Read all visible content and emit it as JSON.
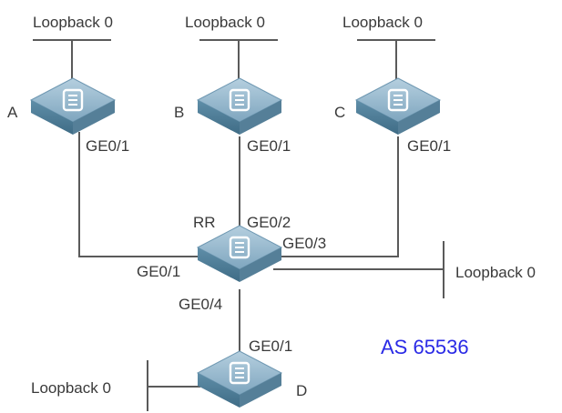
{
  "diagram": {
    "as_label": "AS 65536",
    "routers": {
      "a": {
        "name": "A"
      },
      "b": {
        "name": "B"
      },
      "c": {
        "name": "C"
      },
      "rr": {
        "name": "RR"
      },
      "d": {
        "name": "D"
      }
    },
    "loopbacks": {
      "a": "Loopback 0",
      "b": "Loopback 0",
      "c": "Loopback 0",
      "rr": "Loopback 0",
      "d": "Loopback 0"
    },
    "interfaces": {
      "a_ge0_1": "GE0/1",
      "b_ge0_1": "GE0/1",
      "c_ge0_1": "GE0/1",
      "rr_ge0_1": "GE0/1",
      "rr_ge0_2": "GE0/2",
      "rr_ge0_3": "GE0/3",
      "rr_ge0_4": "GE0/4",
      "d_ge0_1": "GE0/1"
    },
    "colors": {
      "router_top": "#8fb3c9",
      "router_side": "#4f7f99",
      "router_icon": "#ffffff",
      "link": "#5a5a5a",
      "as_label": "#2a2ae6"
    }
  }
}
